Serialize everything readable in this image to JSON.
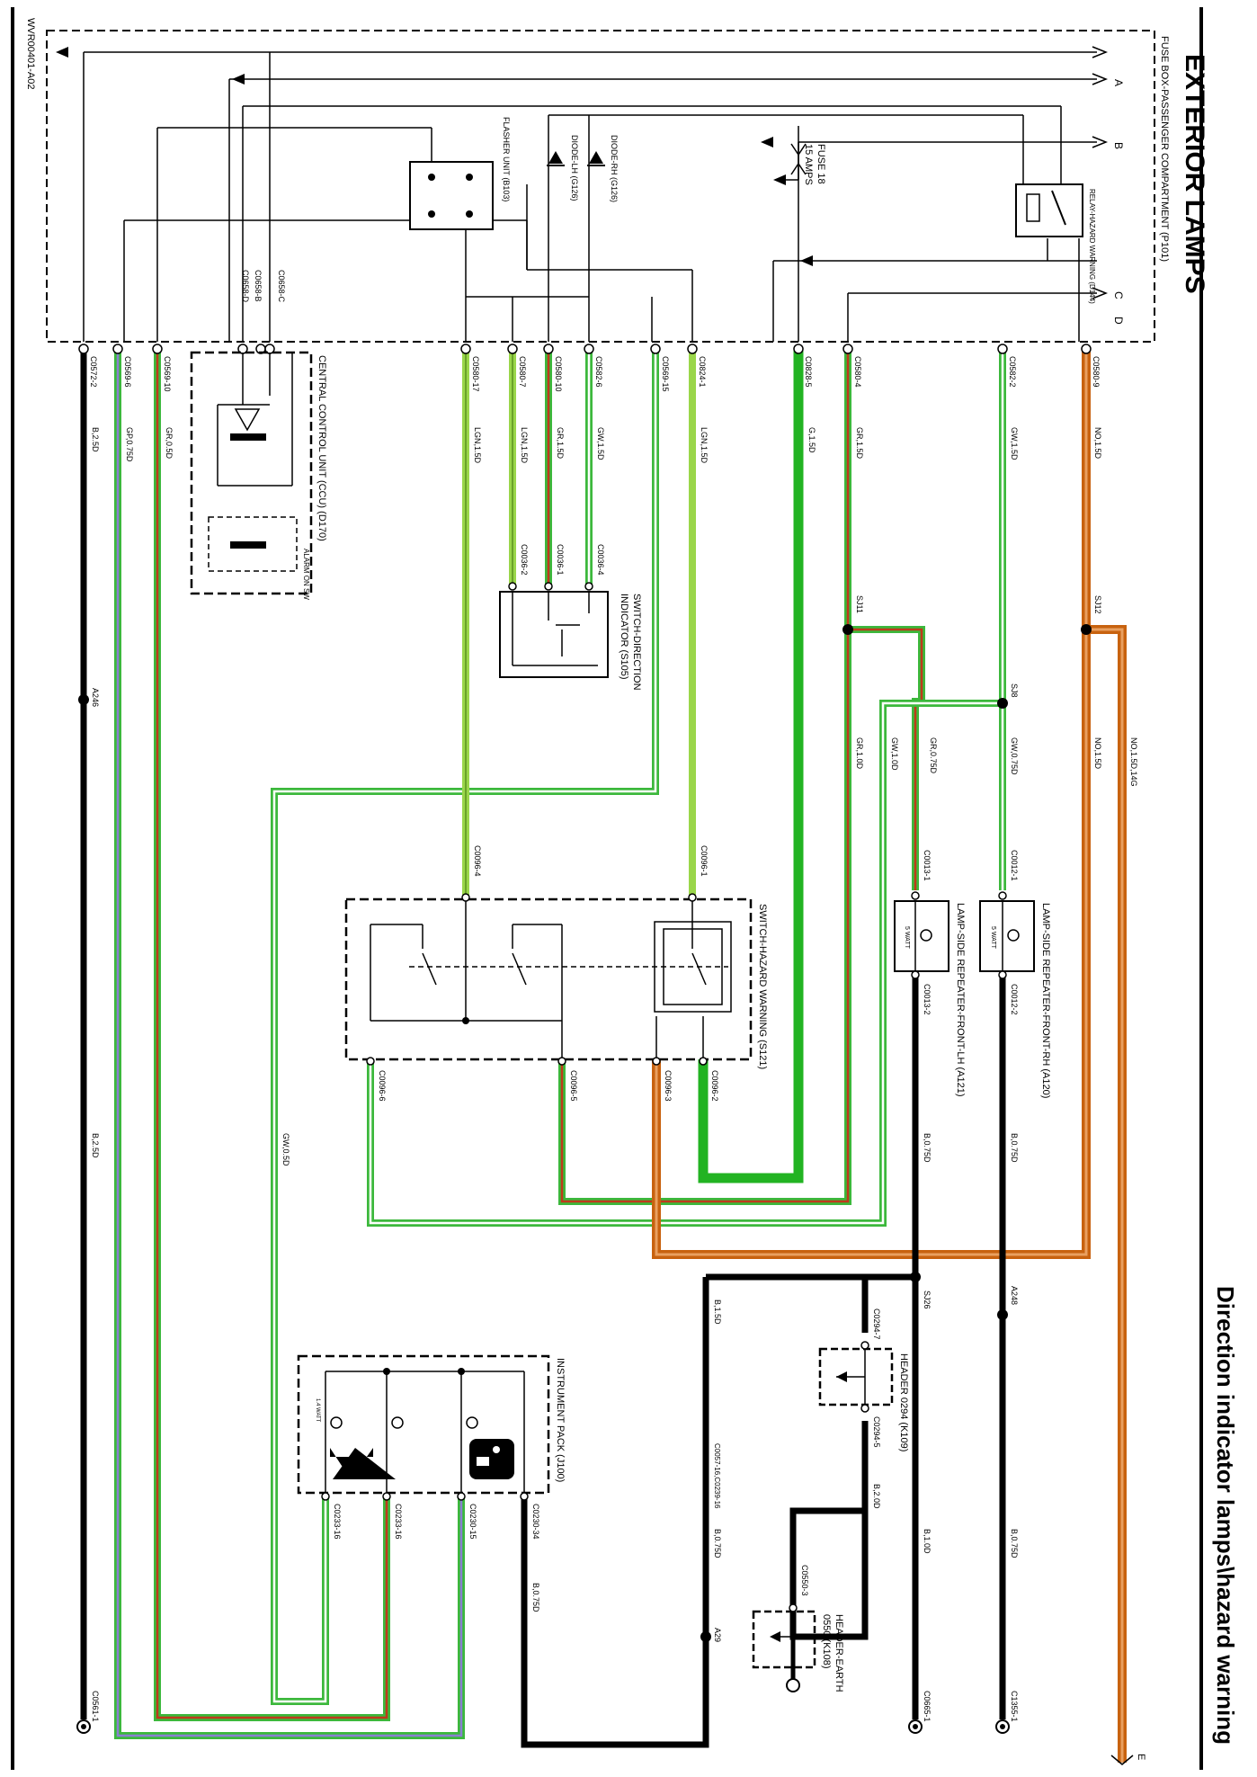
{
  "header": {
    "title": "EXTERIOR LAMPS",
    "subtitle": "Direction indicator lamps\\hazard warning",
    "drawing_ref": "WVR00401-A02"
  },
  "wire_colors": {
    "G": "#22b322",
    "LG": "#9ad64a",
    "B": "#000000",
    "GW_base": "#3cb83c",
    "GR_base": "#3cb83c",
    "GR_stripe": "#c0391b",
    "GP_stripe": "#8a7fd1",
    "NO_base": "#c8620f",
    "NO_stripe": "#e9a060"
  },
  "fuse_box": {
    "label": "FUSE BOX-PASSENGER COMPARTMENT (P101)",
    "feeds": [
      "A",
      "B",
      "C",
      "D"
    ],
    "flasher_label": "FLASHER UNIT (B103)",
    "diode_lh": "DIODE-LH (G126)",
    "diode_rh": "DIODE-RH (G126)",
    "fuse_label": "FUSE 18",
    "fuse_rating": "15 AMPS",
    "relay_label": "RELAY-HAZARD WARNING (D144)"
  },
  "connectors_top": [
    "C0572-2",
    "C0569-6",
    "C0569-10",
    "C0658-D",
    "C0658-B",
    "C0658-C",
    "C0580-17",
    "C0580-7",
    "C0580-10",
    "C0582-6",
    "C0569-15",
    "C0824-1",
    "C0828-5",
    "C0580-4",
    "C0582-2",
    "C0580-9"
  ],
  "wire_labels": {
    "w1": "B,2.5D",
    "w2": "GP,0.75D",
    "w3": "GR,0.5D",
    "w4": "LGN,1.5D",
    "w5": "LGN,1.5D",
    "w6": "GR,1.5D",
    "w7": "GW,1.5D",
    "w8": "LGN,1.5D",
    "w9": "G,1.5D",
    "w10": "GR,1.5D",
    "w11": "GW,1.5D",
    "w12": "NO,1.5D",
    "w13": "NO,1.5D,14G",
    "w14": "NO,1.5D",
    "w15": "GR,0.75D",
    "w16": "GW,0.75D",
    "w17": "GR,1.0D",
    "w18": "GW,1.0D",
    "w19": "GW,0.5D",
    "w20": "B,2.5D",
    "w21": "B,0.75D",
    "w22": "B,0.75D",
    "w23": "B,1.0D",
    "w24": "B,2.0D",
    "w25": "B,0.75D",
    "w26": "B,0.75D",
    "w27": "B,0.75D",
    "w28": "B,1.5D"
  },
  "splices": {
    "a246": "A246",
    "sj11": "SJ11",
    "sj12": "SJ12",
    "sj8": "SJ8",
    "a248": "A248",
    "sj26": "SJ26",
    "a29": "A29"
  },
  "ccu": {
    "label": "CENTRAL CONTROL UNIT (CCU) (D170)",
    "alarm_label": "ALARM ON SW"
  },
  "switch_dir": {
    "label_line1": "SWITCH-DIRECTION",
    "label_line2": "INDICATOR (S105)",
    "pins": [
      "C0036-2",
      "C0036-1",
      "C0036-4"
    ]
  },
  "switch_hazard": {
    "label": "SWITCH-HAZARD WARNING (S121)",
    "top_pins": [
      "C0096-4",
      "C0096-1"
    ],
    "bottom_pins": [
      "C0096-6",
      "C0096-5",
      "C0096-3",
      "C0096-2"
    ]
  },
  "lamp_lh": {
    "label": "LAMP-SIDE REPEATER-FRONT-LH (A121)",
    "pin_top": "C0013-1",
    "pin_bottom": "C0013-2",
    "watt": "5 WATT"
  },
  "lamp_rh": {
    "label": "LAMP-SIDE REPEATER-FRONT-RH (A120)",
    "pin_top": "C0012-1",
    "pin_bottom": "C0012-2",
    "watt": "5 WATT"
  },
  "instrument_pack": {
    "label": "INSTRUMENT PACK (J100)",
    "pins": [
      "C0233-16",
      "C0233-16",
      "C0230-15",
      "C0230-34"
    ],
    "watt": "1.4 WATT"
  },
  "header_k109": {
    "label": "HEADER 0294 (K109)",
    "pin_top": "C0294-7",
    "pin_bottom": "C0294-5"
  },
  "header_earth": {
    "label_line1": "HEADER-EARTH",
    "label_line2": "0550 (K108)",
    "pin": "C0550-3"
  },
  "ground_pins": [
    "C0561-1",
    "C0665-1",
    "C1355-1"
  ],
  "misc": {
    "ip_mid": "C0057-16,C0239-16",
    "feed_e": "E"
  }
}
